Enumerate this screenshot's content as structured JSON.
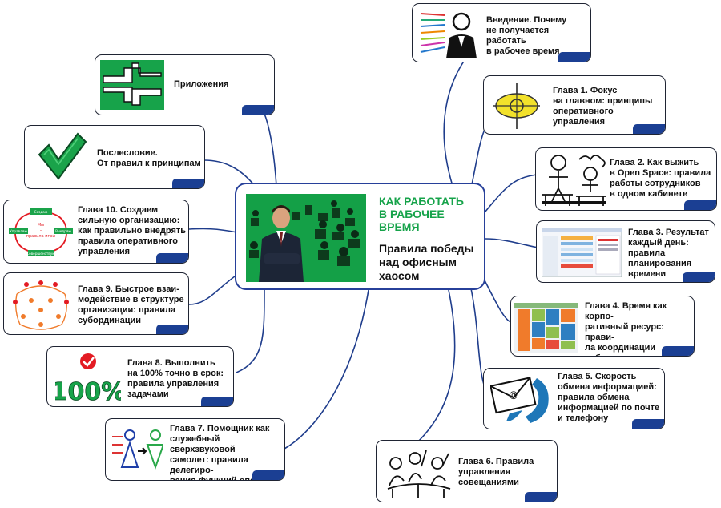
{
  "central": {
    "title": "КАК РАБОТАТЬ\nВ РАБОЧЕЕ\nВРЕМЯ",
    "subtitle": "Правила победы\nнад офисным\nхаосом"
  },
  "nodes": {
    "intro": "Введение. Почему\nне получается работать\nв рабочее время",
    "ch1": "Глава 1. Фокус\nна главном: принципы\nоперативного\nуправления",
    "ch2": "Глава 2. Как выжить\nв Open Space: правила\nработы сотрудников\nв одном кабинете",
    "ch3": "Глава 3. Результат\nкаждый день:\nправила\nпланирования\nвремени",
    "ch4": "Глава 4. Время как корпо-\nративный ресурс: прави-\nла координации рабочих\nграфиков и назначения\nвстреч",
    "ch5": "Глава 5. Скорость\nобмена информацией:\nправила обмена\nинформацией по почте\nи телефону",
    "ch6": "Глава 6. Правила\nуправления\nсовещаниями",
    "ch7": "Глава 7. Помощник как\nслужебный сверхзвуковой\nсамолет: правила делегиро-\nвания функций оператив-\nного управления",
    "ch8": "Глава 8. Выполнить\nна 100% точно в срок:\nправила управления\nзадачами",
    "ch9": "Глава 9. Быстрое взаи-\nмодействие в структуре\nорганизации: правила\nсубординации",
    "ch10": "Глава 10. Создаем\nсильную организацию:\nкак правильно внедрять\nправила оперативного\nуправления",
    "afterword": "Послесловие.\nОт правил к принципам",
    "appendix": "Приложения"
  },
  "icons": {
    "ch8_percent": "100%",
    "ch10_cycle_top": "Создаю",
    "ch10_cycle_right": "Внедряю",
    "ch10_cycle_bottom": "Совершенствую",
    "ch10_cycle_left": "Управляю",
    "ch10_cycle_center": "Мы\n–\nправила игры"
  },
  "colors": {
    "green": "#16a34a",
    "navy": "#1b3f93",
    "link": "#1f3d8c",
    "border": "#1f2433"
  }
}
